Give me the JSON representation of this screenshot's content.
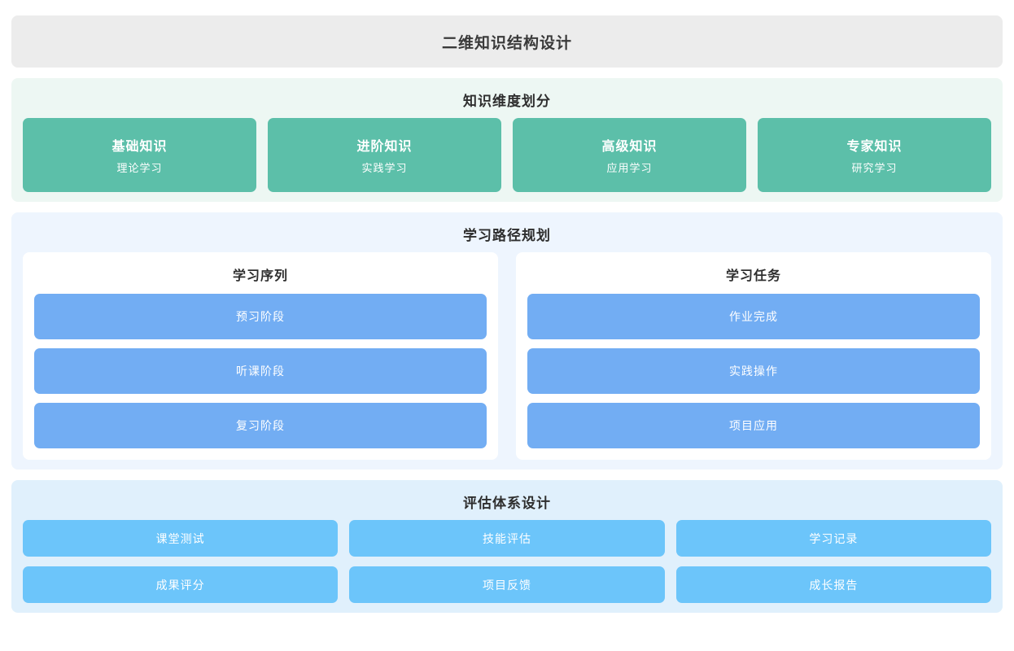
{
  "header": {
    "title": "二维知识结构设计",
    "background": "#ececec"
  },
  "knowledge_dimension": {
    "title": "知识维度划分",
    "section_background": "#edf7f3",
    "card_color": "#5cbfa9",
    "cards": [
      {
        "title": "基础知识",
        "subtitle": "理论学习"
      },
      {
        "title": "进阶知识",
        "subtitle": "实践学习"
      },
      {
        "title": "高级知识",
        "subtitle": "应用学习"
      },
      {
        "title": "专家知识",
        "subtitle": "研究学习"
      }
    ]
  },
  "learning_path": {
    "title": "学习路径规划",
    "section_background": "#eef5fe",
    "item_color": "#72adf3",
    "panels": [
      {
        "title": "学习序列",
        "items": [
          "预习阶段",
          "听课阶段",
          "复习阶段"
        ]
      },
      {
        "title": "学习任务",
        "items": [
          "作业完成",
          "实践操作",
          "项目应用"
        ]
      }
    ]
  },
  "evaluation_system": {
    "title": "评估体系设计",
    "section_background": "#e0f0fc",
    "item_color": "#6cc5fa",
    "items": [
      "课堂测试",
      "技能评估",
      "学习记录",
      "成果评分",
      "项目反馈",
      "成长报告"
    ]
  }
}
